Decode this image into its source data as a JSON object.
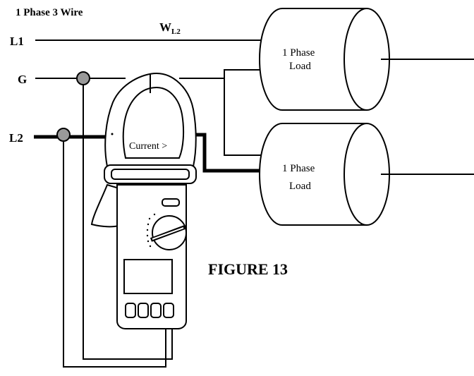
{
  "header": {
    "system_label": "1 Phase 3 Wire"
  },
  "wattmeter": {
    "label": "W",
    "subscript": "L2"
  },
  "lines": {
    "l1": "L1",
    "g": "G",
    "l2": "L2"
  },
  "loads": [
    {
      "line1": "1 Phase",
      "line2": "Load"
    },
    {
      "line1": "1 Phase",
      "line2": "Load"
    }
  ],
  "clamp_meter": {
    "jaw_label": "Current >"
  },
  "figure_caption": "FIGURE 13"
}
